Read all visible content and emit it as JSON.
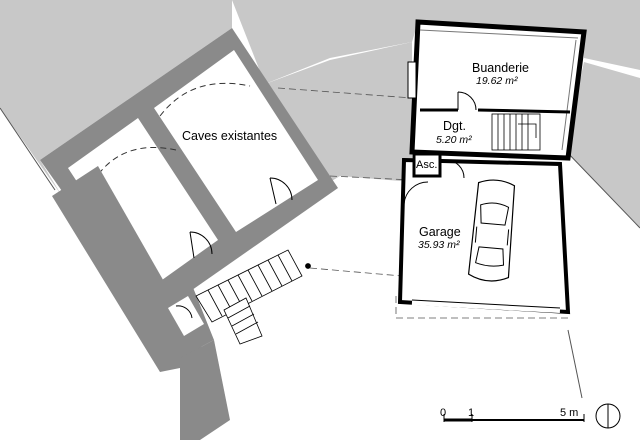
{
  "colors": {
    "terrain": "#c8c8c8",
    "wall": "#8a8a8a",
    "outline": "#000000",
    "floor": "#ffffff"
  },
  "rooms": {
    "buanderie": {
      "name": "Buanderie",
      "area": "19.62 m²"
    },
    "caves": {
      "name": "Caves existantes"
    },
    "degagement": {
      "name": "Dgt.",
      "area": "5.20 m²"
    },
    "ascenseur": {
      "name": "Asc."
    },
    "garage": {
      "name": "Garage",
      "area": "35.93 m²"
    }
  },
  "scale_bar": {
    "labels": [
      "0",
      "1",
      "5 m"
    ]
  },
  "icons": {
    "north": "north-arrow-icon",
    "car": "car-icon"
  }
}
